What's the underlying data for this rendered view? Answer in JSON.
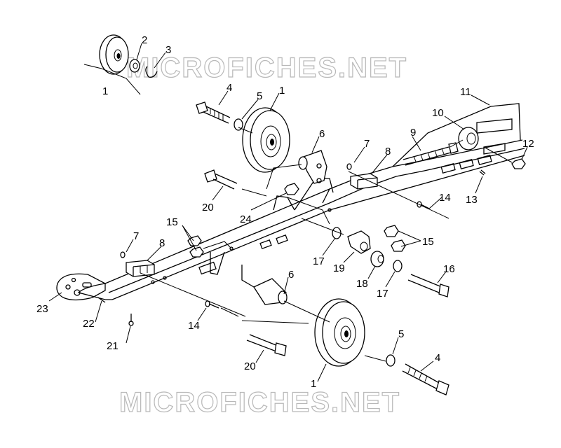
{
  "watermarks": [
    "MICROFICHES.NET",
    "MICROFICHES.NET"
  ],
  "callouts": [
    "1",
    "2",
    "3",
    "1",
    "4",
    "5",
    "1",
    "6",
    "7",
    "8",
    "9",
    "10",
    "11",
    "12",
    "13",
    "14",
    "20",
    "24",
    "15",
    "15",
    "7",
    "8",
    "17",
    "19",
    "18",
    "17",
    "16",
    "23",
    "22",
    "21",
    "14",
    "6",
    "20",
    "5",
    "4",
    "1"
  ]
}
